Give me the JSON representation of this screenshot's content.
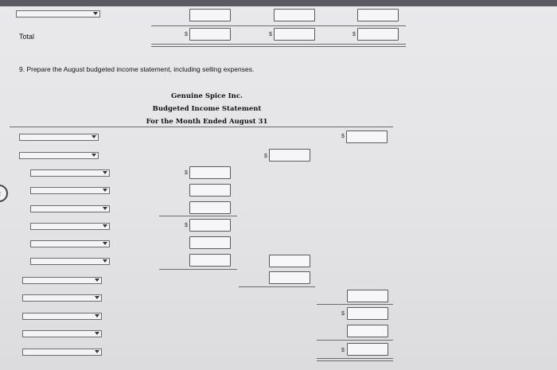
{
  "top": {
    "total_label": "Total",
    "currency": "$"
  },
  "question": {
    "number_text": "9. Prepare the August budgeted income statement, including selling expenses."
  },
  "statement": {
    "company": "Genuine Spice Inc.",
    "title": "Budgeted Income Statement",
    "period": "For the Month Ended August 31"
  },
  "currency_symbol": "$"
}
